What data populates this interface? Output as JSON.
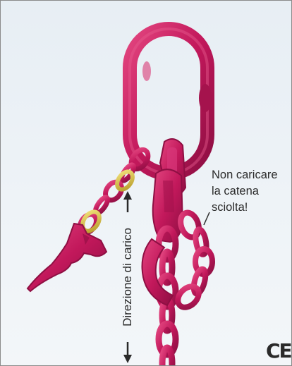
{
  "warning": {
    "line1": "Non caricare",
    "line2": "la catena",
    "line3": "sciolta!"
  },
  "load_direction_label": "Direzione di carico",
  "ce_mark": "CE",
  "colors": {
    "chain": "#c2185b",
    "chain_dark": "#8e0f43",
    "chain_light": "#e2457f",
    "brass_link": "#d8c24a",
    "background": "#e9eff5",
    "border": "#8a8a8a"
  }
}
